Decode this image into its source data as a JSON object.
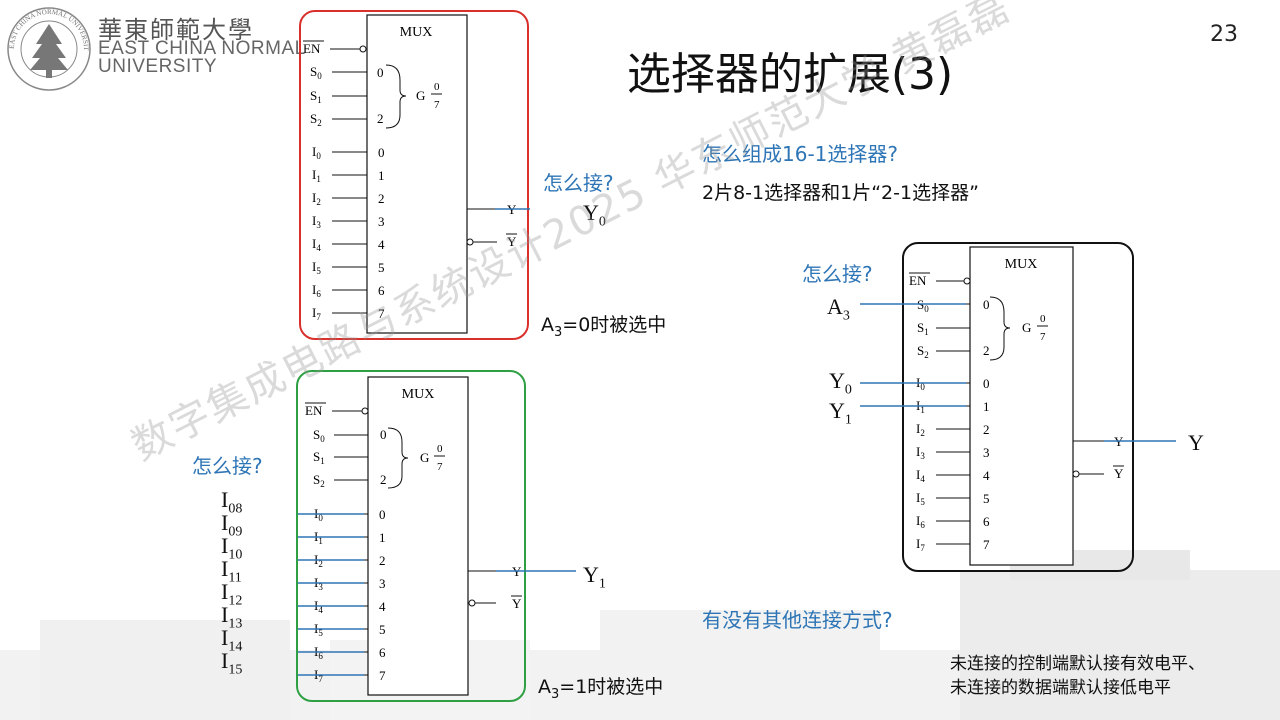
{
  "slide": {
    "page_number": "23",
    "title": "选择器的扩展(3)",
    "university": {
      "name_cn": "華東師範大學",
      "name_en_line1": "EAST CHINA NORMAL",
      "name_en_line2": "UNIVERSITY",
      "seal_text": "EAST CHINA NORMAL UNIVERSITY"
    },
    "questions": {
      "how_to_compose": "怎么组成16-1选择器?",
      "answer_compose": "2片8-1选择器和1片“2-1选择器”",
      "how_connect": "怎么接?",
      "other_ways": "有没有其他连接方式?"
    },
    "notes": {
      "line1": "未连接的控制端默认接有效电平、",
      "line2": "未连接的数据端默认接低电平"
    },
    "watermark": "数字集成电路与系统设计2025 华东师范大学 黄磊磊",
    "colors": {
      "box_red": "#D9302C",
      "box_green": "#2EA043",
      "box_black": "#111111",
      "wire_blue": "#2E75B6"
    },
    "mux": {
      "label": "MUX",
      "enable": "EN",
      "g_label": "G",
      "g_top": "0",
      "g_bottom": "7",
      "select_pins": [
        {
          "base": "S",
          "sub": "0",
          "num": "0"
        },
        {
          "base": "S",
          "sub": "1",
          "num": ""
        },
        {
          "base": "S",
          "sub": "2",
          "num": "2"
        }
      ],
      "data_pins": [
        {
          "base": "I",
          "sub": "0",
          "num": "0"
        },
        {
          "base": "I",
          "sub": "1",
          "num": "1"
        },
        {
          "base": "I",
          "sub": "2",
          "num": "2"
        },
        {
          "base": "I",
          "sub": "3",
          "num": "3"
        },
        {
          "base": "I",
          "sub": "4",
          "num": "4"
        },
        {
          "base": "I",
          "sub": "5",
          "num": "5"
        },
        {
          "base": "I",
          "sub": "6",
          "num": "6"
        },
        {
          "base": "I",
          "sub": "7",
          "num": "7"
        }
      ],
      "out_y": "Y",
      "out_ybar": "Y"
    },
    "mux_top": {
      "output_name": {
        "base": "Y",
        "sub": "0"
      },
      "select_caption": {
        "base": "A",
        "sub": "3",
        "rest": "=0时被选中"
      }
    },
    "mux_bottom": {
      "output_name": {
        "base": "Y",
        "sub": "1"
      },
      "select_caption": {
        "base": "A",
        "sub": "3",
        "rest": "=1时被选中"
      },
      "inputs": [
        {
          "base": "I",
          "sub": "08"
        },
        {
          "base": "I",
          "sub": "09"
        },
        {
          "base": "I",
          "sub": "10"
        },
        {
          "base": "I",
          "sub": "11"
        },
        {
          "base": "I",
          "sub": "12"
        },
        {
          "base": "I",
          "sub": "13"
        },
        {
          "base": "I",
          "sub": "14"
        },
        {
          "base": "I",
          "sub": "15"
        }
      ]
    },
    "mux_right": {
      "select_input": {
        "base": "A",
        "sub": "3"
      },
      "data_inputs": [
        {
          "base": "Y",
          "sub": "0"
        },
        {
          "base": "Y",
          "sub": "1"
        }
      ],
      "output_name": "Y"
    }
  }
}
